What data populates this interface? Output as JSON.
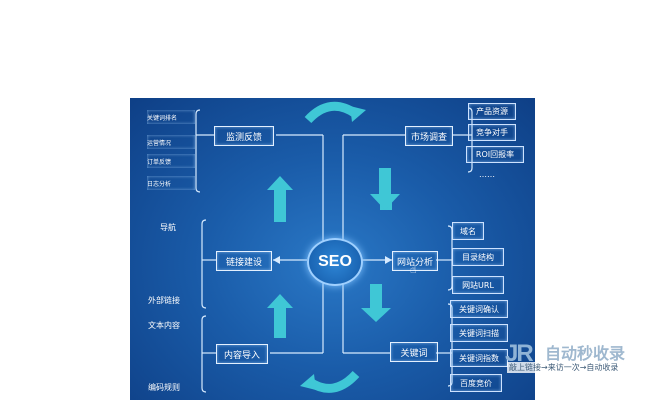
{
  "center": "SEO",
  "nodes": {
    "monitor": "监测反馈",
    "market": "市场调查",
    "links": "链接建设",
    "site_analysis": "网站分析",
    "content": "内容导入",
    "keywords": "关键词"
  },
  "monitor_items": [
    "关键词排名",
    "运营情况",
    "订单反馈",
    "日志分析"
  ],
  "market_items": [
    "产品资源",
    "竞争对手",
    "ROI回报率",
    "……"
  ],
  "links_items": [
    "导航",
    "外部链接"
  ],
  "site_items": [
    "域名",
    "目录结构",
    "网站URL"
  ],
  "content_items": [
    "文本内容",
    "编码规则"
  ],
  "keyword_items": [
    "关键词确认",
    "关键词扫描",
    "关键词指数",
    "百度竞价"
  ],
  "watermark": {
    "logo": "JR",
    "text": "自动秒收录",
    "sub": "敲上链接→来访一次→自动收录"
  },
  "colors": {
    "arrow": "#3fc7d6",
    "line": "#d7ebff"
  }
}
